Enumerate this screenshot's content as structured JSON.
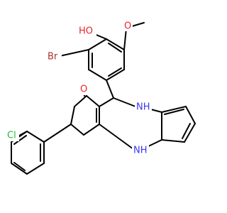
{
  "colors": {
    "background": "#ffffff",
    "bond": "#000000",
    "carbon_text": "#000000",
    "oxygen": "#e8252b",
    "nitrogen": "#3b38f0",
    "bromine": "#a8322a",
    "chlorine": "#1fbf2b"
  },
  "atoms": {
    "hydroxyl": "HO",
    "methoxy_oxygen": "O",
    "bromine": "Br",
    "ketone_oxygen": "O",
    "amine_upper": "NH",
    "amine_lower": "NH",
    "chlorine": "Cl"
  }
}
